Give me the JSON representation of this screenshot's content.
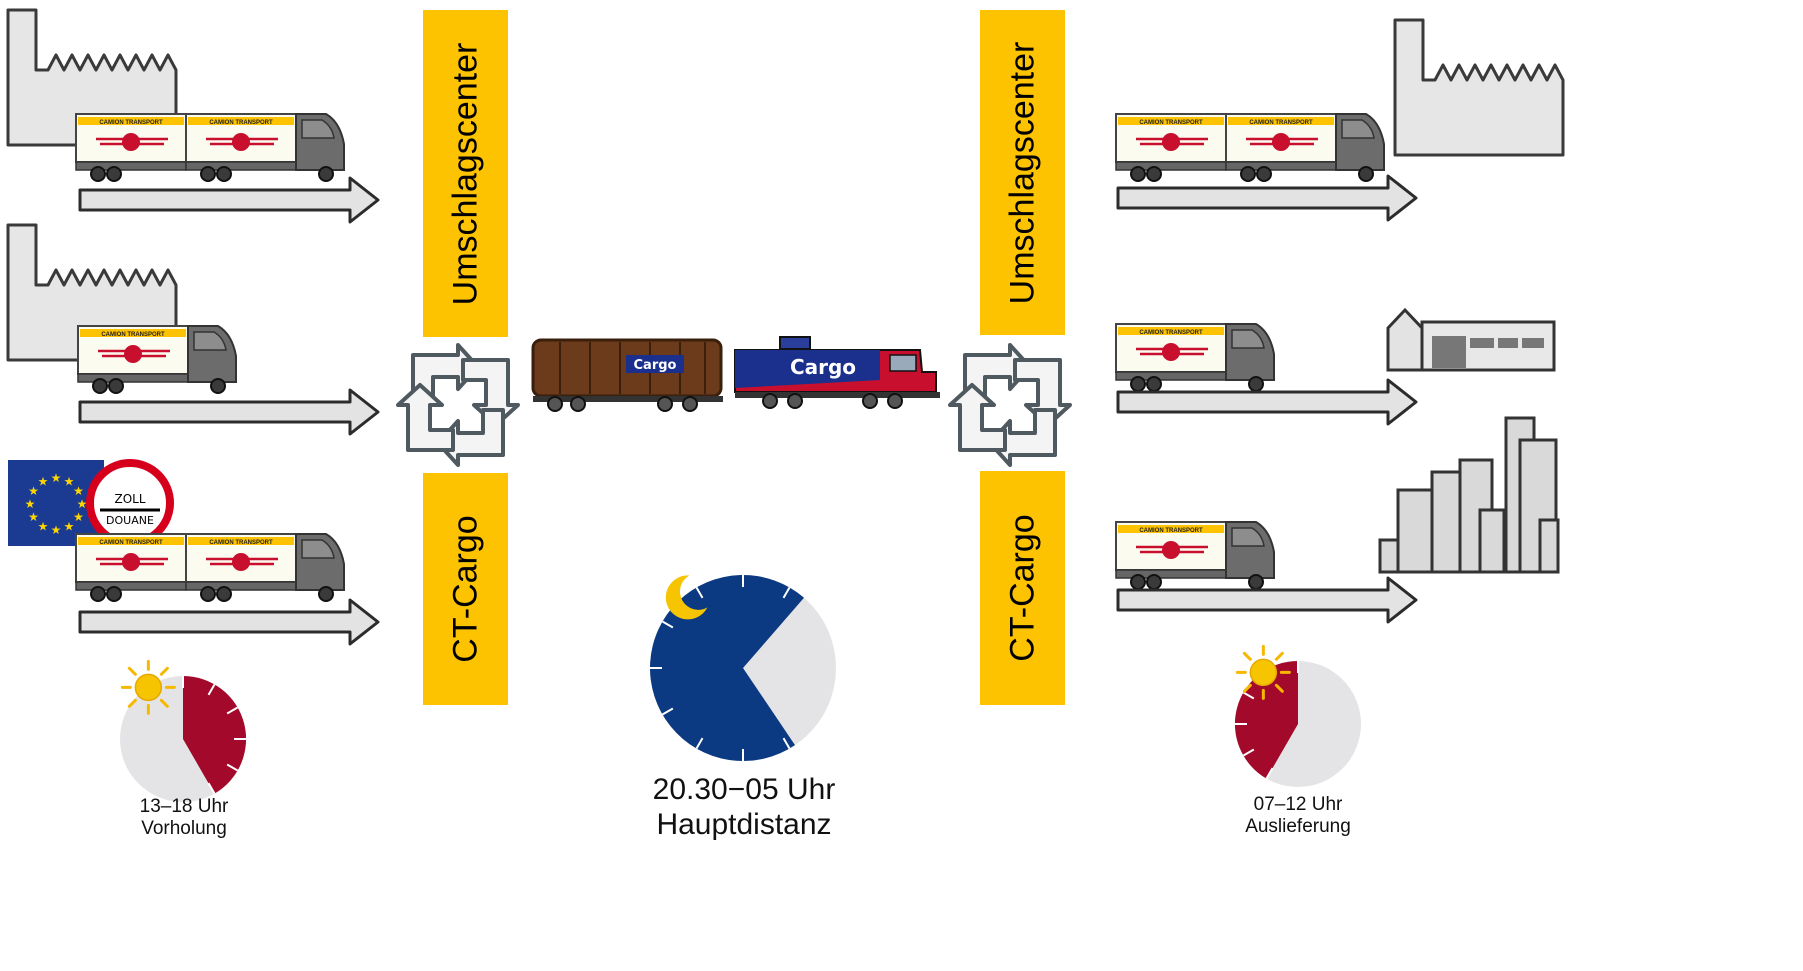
{
  "hub_labels": {
    "left_top": "Umschlagscenter",
    "left_bottom": "CT-Cargo",
    "right_top": "Umschlagscenter",
    "right_bottom": "CT-Cargo"
  },
  "truck_label": "CAMION TRANSPORT",
  "customs_sign": {
    "line1": "ZOLL",
    "line2": "DOUANE"
  },
  "train": {
    "wagon_label": "Cargo",
    "loco_label": "Cargo"
  },
  "phases": [
    {
      "time": "13–18 Uhr",
      "name": "Vorholung",
      "share_of_dial": 0.4167
    },
    {
      "time": "20.30−05 Uhr",
      "name": "Hauptdistanz",
      "share_of_dial": 0.7083
    },
    {
      "time": "07–12 Uhr",
      "name": "Auslieferung",
      "share_of_dial": 0.4167
    }
  ],
  "colors": {
    "hub_yellow": "#fdc300",
    "day_red": "#a3092b",
    "night_blue": "#0b3a82",
    "dial_grey": "#e4e4e6",
    "eu_blue": "#1b3b93"
  }
}
